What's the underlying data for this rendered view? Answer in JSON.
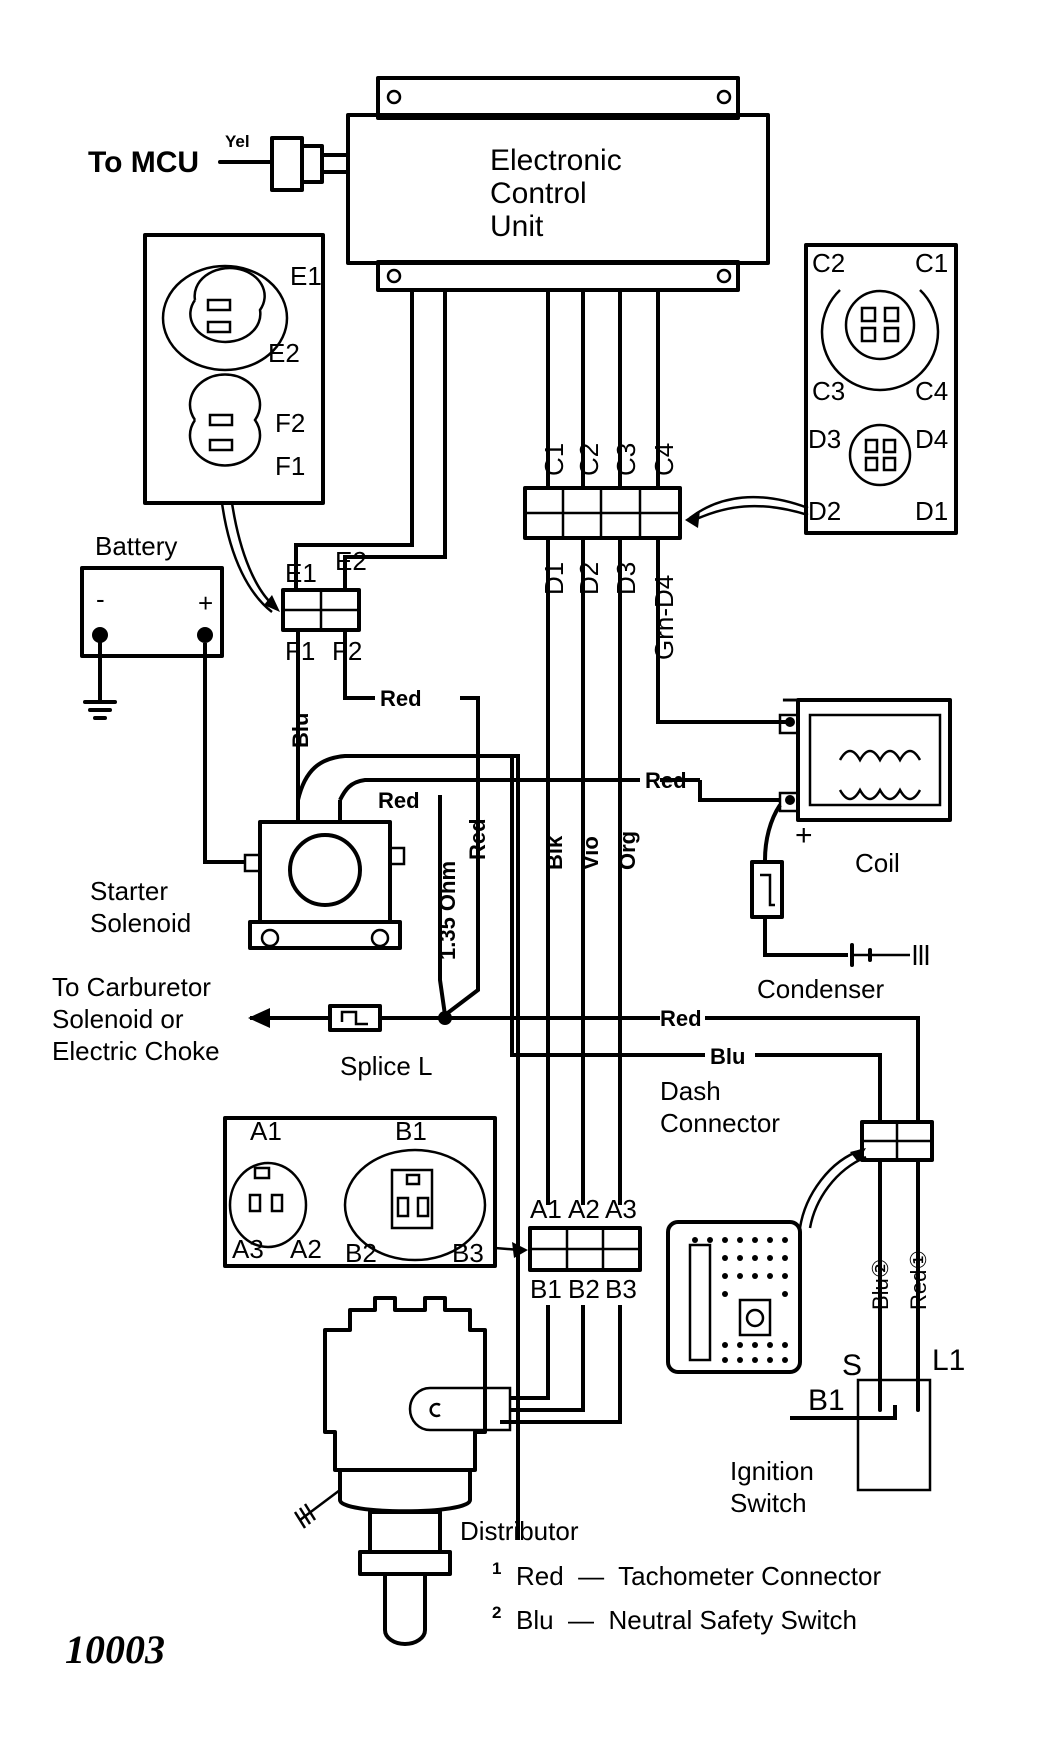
{
  "ecu": {
    "line1": "Electronic",
    "line2": "Control",
    "line3": "Unit"
  },
  "to_mcu": "To MCU",
  "wire_yel": "Yel",
  "connector_e": {
    "top": "E1",
    "bottom": "E2"
  },
  "connector_f": {
    "top": "F2",
    "bottom": "F1"
  },
  "connector_cd": {
    "c1": "C1",
    "c2": "C2",
    "c3": "C3",
    "c4": "C4",
    "d1": "D1",
    "d2": "D2",
    "d3": "D3",
    "d4": "D4"
  },
  "harness_top_labels": [
    "C1",
    "C2",
    "C3",
    "C4"
  ],
  "harness_bottom_labels": [
    "D1",
    "D2",
    "D3",
    "Grn-D4"
  ],
  "ef_labels": {
    "e1": "E1",
    "e2": "E2",
    "f1": "F1",
    "f2": "F2"
  },
  "battery": {
    "label": "Battery",
    "neg": "-",
    "pos": "+"
  },
  "starter_solenoid": {
    "line1": "Starter",
    "line2": "Solenoid"
  },
  "wire_labels": {
    "blu": "Blu",
    "red_f2": "Red",
    "red_vert": "Red",
    "red_solenoid": "Red",
    "red_top": "Red",
    "res": "1.35 Ohm",
    "blk": "Blk",
    "vio": "Vio",
    "org": "Org",
    "red_splice": "Red",
    "blu_dash": "Blu",
    "blu2": "Blu②",
    "red1": "Red①"
  },
  "coil": {
    "label": "Coil",
    "neg": "–",
    "pos": "+"
  },
  "condenser": "Condenser",
  "carb": {
    "line1": "To Carburetor",
    "line2": "Solenoid or",
    "line3": "Electric Choke"
  },
  "splice": "Splice L",
  "dash_connector": {
    "line1": "Dash",
    "line2": "Connector"
  },
  "connector_a": {
    "a1": "A1",
    "a2": "A2",
    "a3": "A3"
  },
  "connector_b": {
    "b1": "B1",
    "b2": "B2",
    "b3": "B3"
  },
  "ab_top_labels": [
    "A1",
    "A2",
    "A3"
  ],
  "ab_bottom_labels": [
    "B1",
    "B2",
    "B3"
  ],
  "ignition_switch": {
    "s": "S",
    "l1": "L1",
    "b1": "B1",
    "line1": "Ignition",
    "line2": "Switch"
  },
  "distributor": "Distributor",
  "notes": [
    {
      "num": "1",
      "text": "Red  —  Tachometer Connector"
    },
    {
      "num": "2",
      "text": "Blu  —  Neutral Safety Switch"
    }
  ],
  "figure_number": "10003"
}
